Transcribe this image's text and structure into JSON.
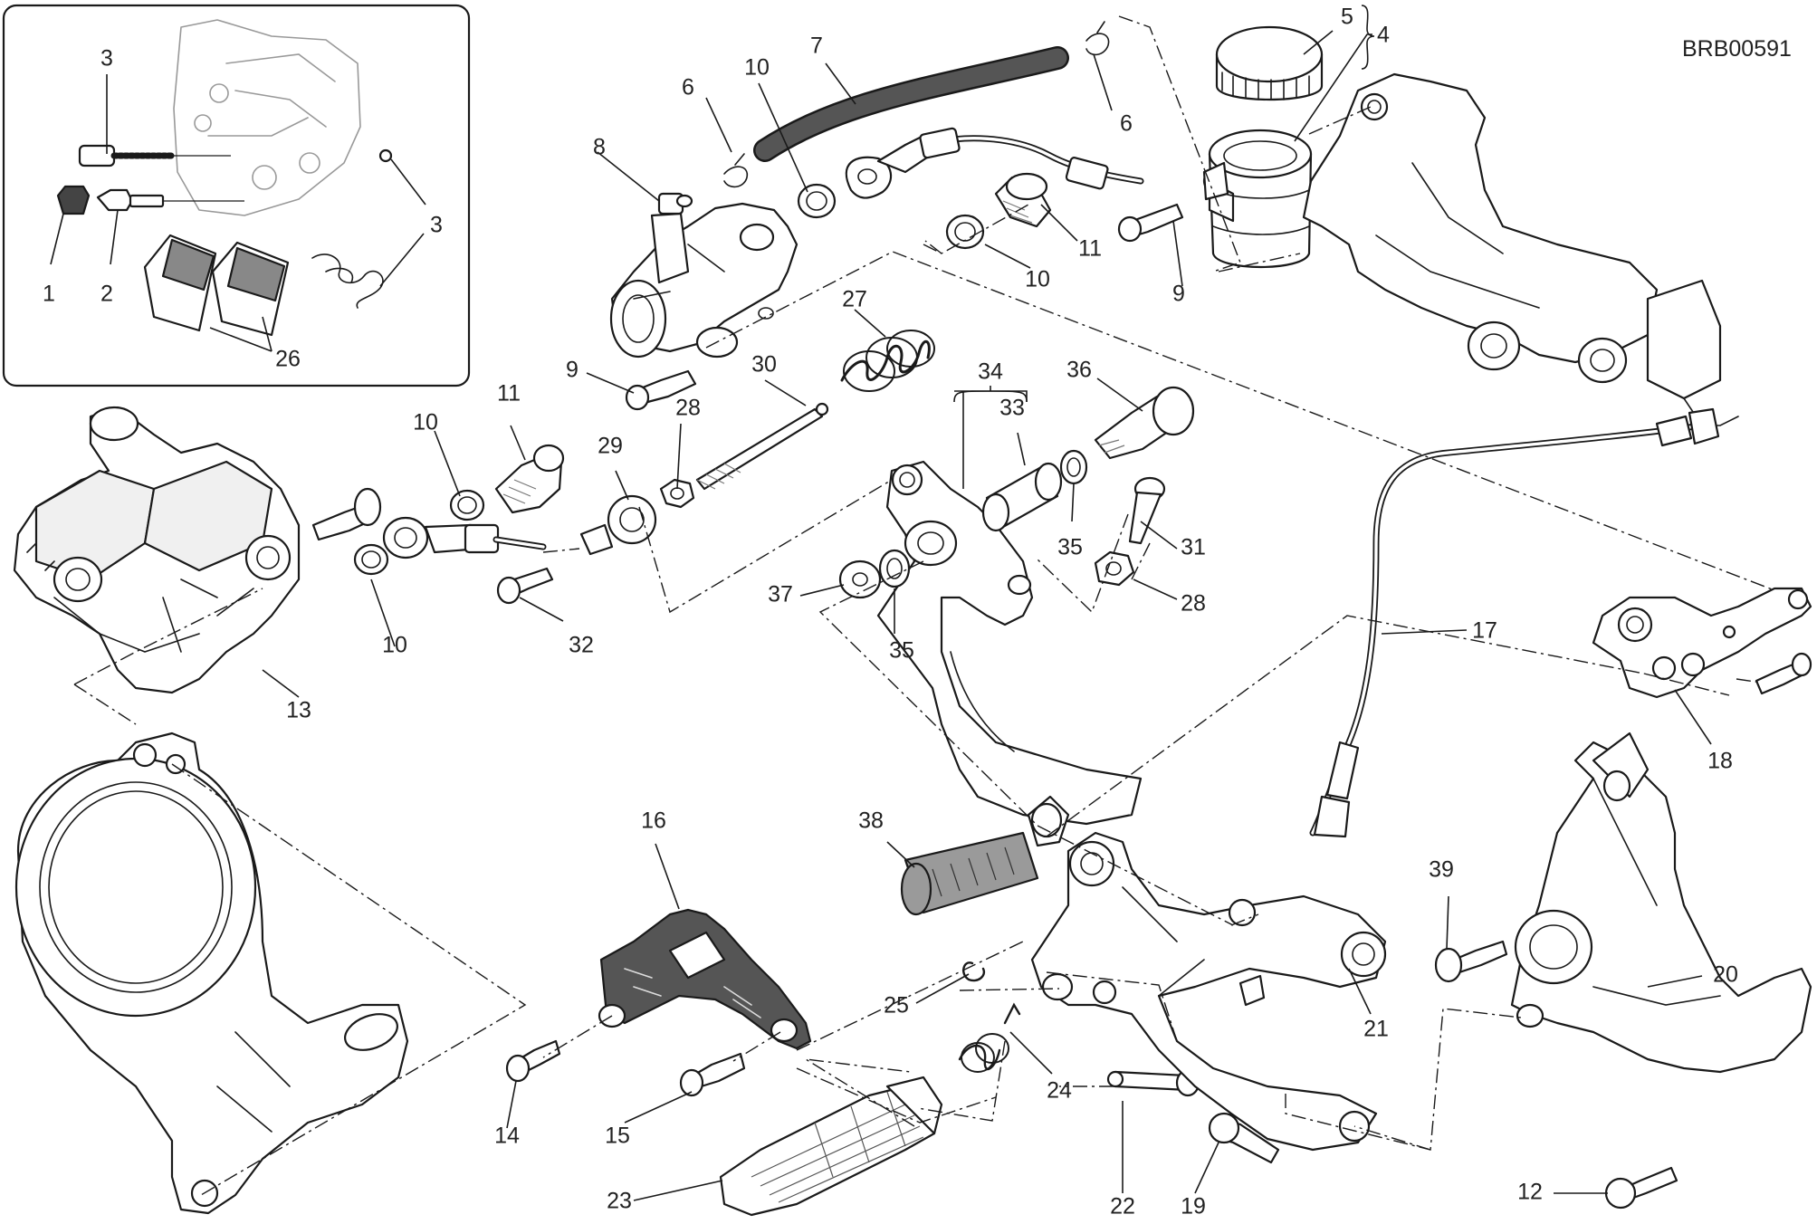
{
  "drawing_code": "BRB00591",
  "callouts": [
    {
      "id": "c-1",
      "label": "1"
    },
    {
      "id": "c-2",
      "label": "2"
    },
    {
      "id": "c-3a",
      "label": "3"
    },
    {
      "id": "c-3b",
      "label": "3"
    },
    {
      "id": "c-26",
      "label": "26"
    },
    {
      "id": "c-4",
      "label": "4"
    },
    {
      "id": "c-5",
      "label": "5"
    },
    {
      "id": "c-6a",
      "label": "6"
    },
    {
      "id": "c-6b",
      "label": "6"
    },
    {
      "id": "c-7",
      "label": "7"
    },
    {
      "id": "c-8",
      "label": "8"
    },
    {
      "id": "c-9a",
      "label": "9"
    },
    {
      "id": "c-9b",
      "label": "9"
    },
    {
      "id": "c-10a",
      "label": "10"
    },
    {
      "id": "c-10b",
      "label": "10"
    },
    {
      "id": "c-10c",
      "label": "10"
    },
    {
      "id": "c-10d",
      "label": "10"
    },
    {
      "id": "c-11a",
      "label": "11"
    },
    {
      "id": "c-11b",
      "label": "11"
    },
    {
      "id": "c-12",
      "label": "12"
    },
    {
      "id": "c-13",
      "label": "13"
    },
    {
      "id": "c-14",
      "label": "14"
    },
    {
      "id": "c-15",
      "label": "15"
    },
    {
      "id": "c-16",
      "label": "16"
    },
    {
      "id": "c-17",
      "label": "17"
    },
    {
      "id": "c-18",
      "label": "18"
    },
    {
      "id": "c-19",
      "label": "19"
    },
    {
      "id": "c-20",
      "label": "20"
    },
    {
      "id": "c-21",
      "label": "21"
    },
    {
      "id": "c-22",
      "label": "22"
    },
    {
      "id": "c-23",
      "label": "23"
    },
    {
      "id": "c-24",
      "label": "24"
    },
    {
      "id": "c-25",
      "label": "25"
    },
    {
      "id": "c-27",
      "label": "27"
    },
    {
      "id": "c-28a",
      "label": "28"
    },
    {
      "id": "c-28b",
      "label": "28"
    },
    {
      "id": "c-29",
      "label": "29"
    },
    {
      "id": "c-30",
      "label": "30"
    },
    {
      "id": "c-31",
      "label": "31"
    },
    {
      "id": "c-32",
      "label": "32"
    },
    {
      "id": "c-33",
      "label": "33"
    },
    {
      "id": "c-34",
      "label": "34"
    },
    {
      "id": "c-35a",
      "label": "35"
    },
    {
      "id": "c-35b",
      "label": "35"
    },
    {
      "id": "c-36",
      "label": "36"
    },
    {
      "id": "c-37",
      "label": "37"
    },
    {
      "id": "c-38",
      "label": "38"
    },
    {
      "id": "c-39",
      "label": "39"
    }
  ]
}
